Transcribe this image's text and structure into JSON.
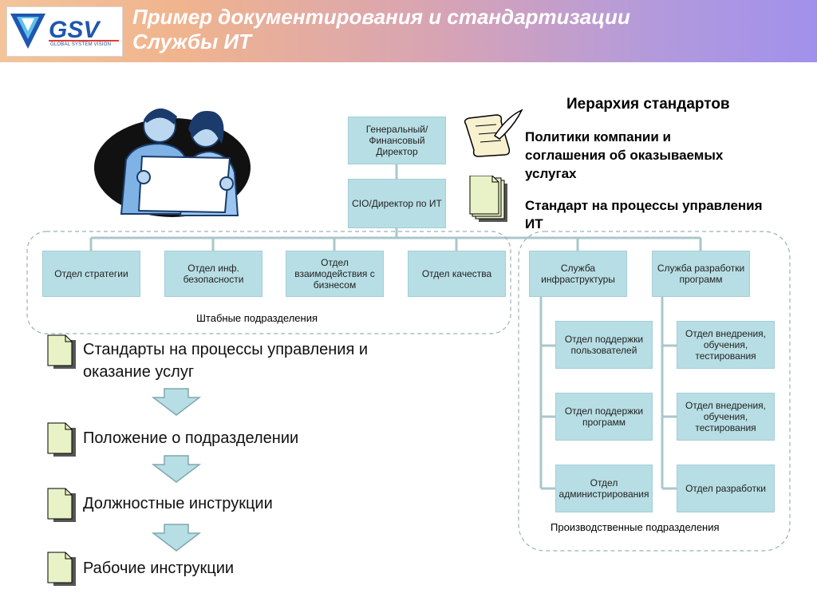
{
  "header": {
    "logo_text": "GSV",
    "logo_tagline": "GLOBAL SYSTEM VISION",
    "title_line1": "Пример документирования и стандартизации",
    "title_line2": "Службы ИТ"
  },
  "hierarchy": {
    "title": "Иерархия стандартов",
    "item1_line1": "Политики компании и",
    "item1_line2": "соглашения об оказываемых",
    "item1_line3": "услугах",
    "item2_line1": "Стандарт на процессы управления",
    "item2_line2": "ИТ"
  },
  "org": {
    "gen_director": [
      "Генеральный/",
      "Финансовый",
      "Директор"
    ],
    "cio": "CIO/Директор по ИТ",
    "staff_units": [
      [
        "Отдел стратегии"
      ],
      [
        "Отдел инф.",
        "безопасности"
      ],
      [
        "Отдел",
        "взаимодействия с",
        "бизнесом"
      ],
      [
        "Отдел качества"
      ]
    ],
    "staff_label": "Штабные подразделения",
    "infra_service": [
      "Служба",
      "инфраструктуры"
    ],
    "dev_service": [
      "Служба разработки",
      "программ"
    ],
    "infra_depts": [
      [
        "Отдел поддержки",
        "пользователей"
      ],
      [
        "Отдел поддержки",
        "программ"
      ],
      [
        "Отдел",
        "администрирования"
      ]
    ],
    "dev_depts": [
      [
        "Отдел внедрения,",
        "обучения,",
        "тестирования"
      ],
      [
        "Отдел внедрения,",
        "обучения,",
        "тестирования"
      ],
      [
        "Отдел разработки"
      ]
    ],
    "production_label": "Производственные подразделения"
  },
  "process_docs": [
    [
      "Стандарты на процессы управления и",
      "оказание услуг"
    ],
    [
      "Положение о подразделении"
    ],
    [
      "Должностные инструкции"
    ],
    [
      "Рабочие инструкции"
    ]
  ],
  "colors": {
    "box_fill": "#b7dee4",
    "line": "#a9c7cb",
    "arrow_fill": "#b7dee4",
    "doc_fill": "#e8f2c6"
  }
}
